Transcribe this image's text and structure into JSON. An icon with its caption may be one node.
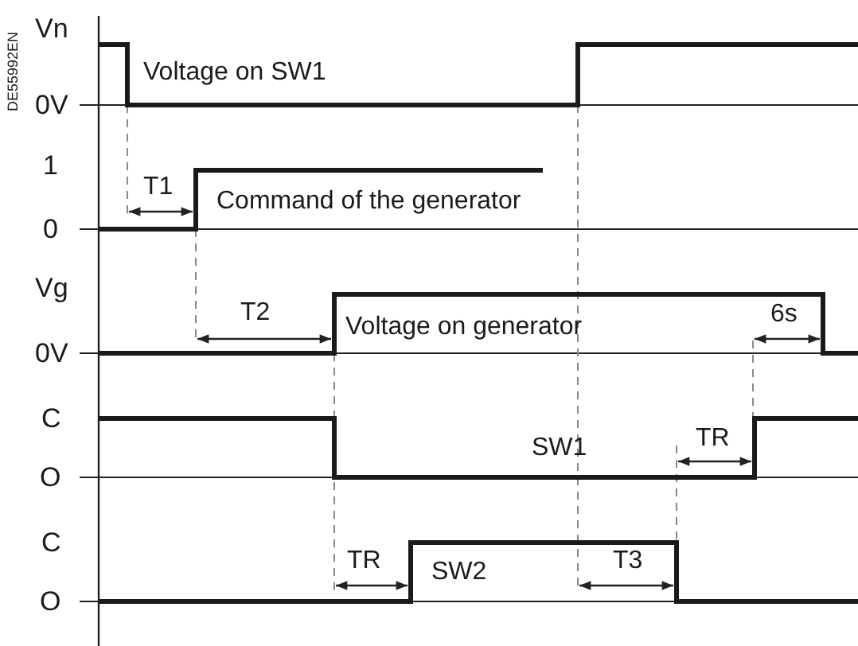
{
  "diagram": {
    "labels": [
      "DE55992EN",
      "Vn",
      "Voltage on SW1",
      "0V",
      "1",
      "T1",
      "Command of the generator",
      "0",
      "Vg",
      "T2",
      "6s",
      "Voltage on generator",
      "0V",
      "C",
      "SW1",
      "TR",
      "O",
      "C",
      "TR",
      "SW2",
      "T3",
      "O"
    ]
  }
}
